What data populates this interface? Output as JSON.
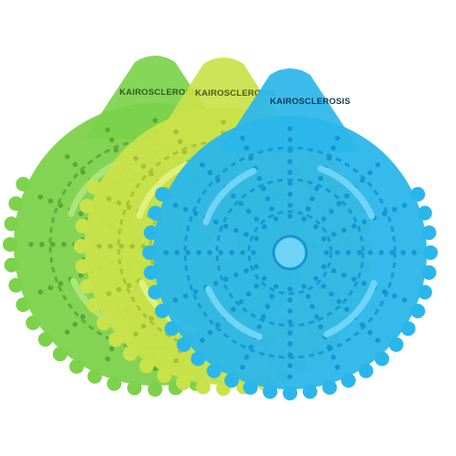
{
  "product": {
    "brand_text": "KAIROSCLEROSIS",
    "screens": [
      {
        "name": "green-screen",
        "color": "#7cd24c",
        "dark": "#5aa836",
        "light": "#a9e57a"
      },
      {
        "name": "yellow-screen",
        "color": "#c9e24a",
        "dark": "#a8c032",
        "light": "#e2f07a"
      },
      {
        "name": "blue-screen",
        "color": "#2ab6ea",
        "dark": "#1596d2",
        "light": "#6fd3f6"
      }
    ]
  }
}
